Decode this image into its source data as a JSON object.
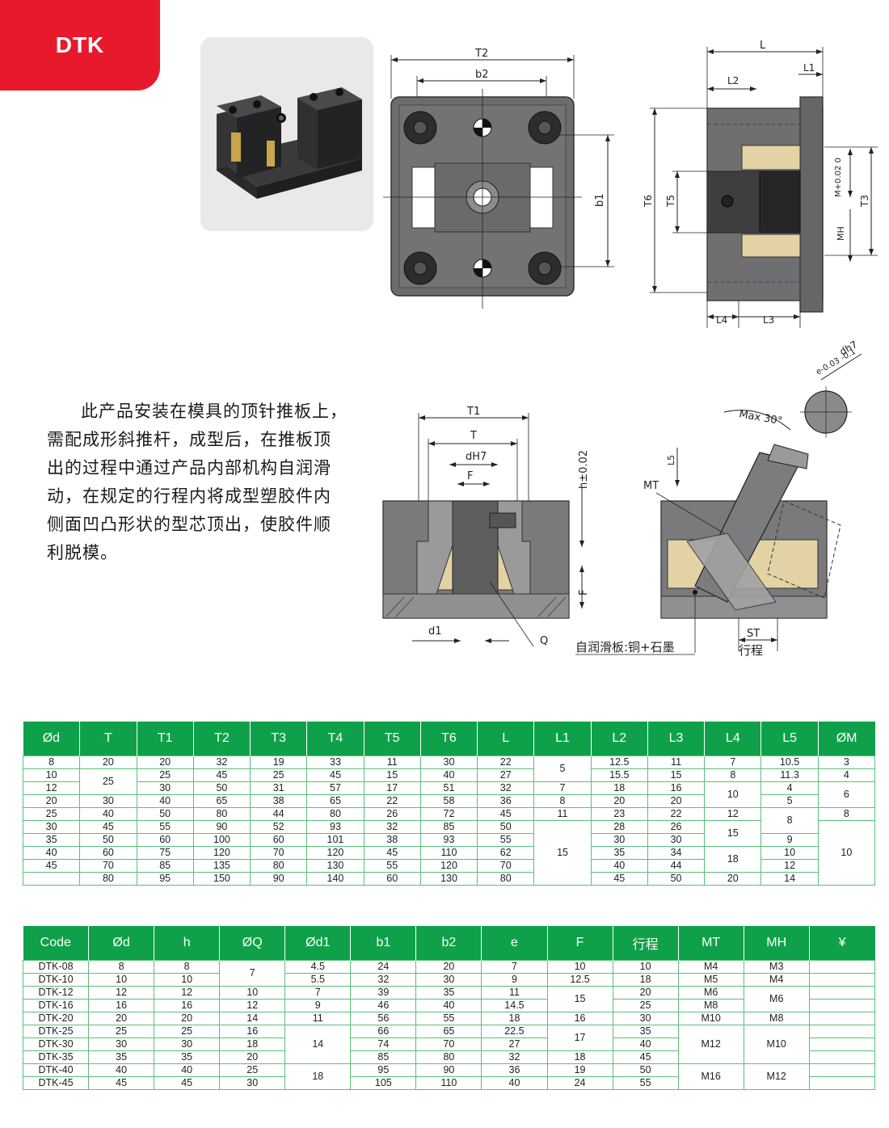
{
  "badge": {
    "label": "DTK"
  },
  "drawing_labels": {
    "top_view": {
      "T2": "T2",
      "b2": "b2",
      "b1": "b1"
    },
    "side_view": {
      "L": "L",
      "L1": "L1",
      "L2": "L2",
      "T6": "T6",
      "T5": "T5",
      "T3": "T3",
      "M_tol": "M+0.02 0",
      "MH": "MH",
      "L4": "L4",
      "L3": "L3"
    },
    "section_view": {
      "T1": "T1",
      "T": "T",
      "dH7": "dH7",
      "F_top": "F",
      "h_tol": "h±0.02",
      "F_side": "F",
      "d1": "d1",
      "Q": "Q"
    },
    "angle_view": {
      "dh7": "dh7",
      "e_tol": "e-0.03 -0.1",
      "max_angle": "Max 30°",
      "L5": "L5",
      "MT": "MT",
      "ST": "ST",
      "stroke": "行程"
    },
    "callout": "自润滑板:铜+石墨"
  },
  "description": "此产品安装在模具的顶针推板上，需配成形斜推杆，成型后，在推板顶出的过程中通过产品内部机构自润滑动，在规定的行程内将成型塑胶件内侧面凹凸形状的型芯顶出，使胶件顺利脱模。",
  "table1": {
    "headers": [
      "Ød",
      "T",
      "T1",
      "T2",
      "T3",
      "T4",
      "T5",
      "T6",
      "L",
      "L1",
      "L2",
      "L3",
      "L4",
      "L5",
      "ØM"
    ],
    "rows": [
      [
        {
          "v": "8"
        },
        {
          "v": "20"
        },
        {
          "v": "20"
        },
        {
          "v": "32"
        },
        {
          "v": "19"
        },
        {
          "v": "33"
        },
        {
          "v": "11"
        },
        {
          "v": "30"
        },
        {
          "v": "22"
        },
        {
          "v": "5",
          "rs": 2
        },
        {
          "v": "12.5"
        },
        {
          "v": "11"
        },
        {
          "v": "7"
        },
        {
          "v": "10.5"
        },
        {
          "v": "3"
        }
      ],
      [
        {
          "v": "10"
        },
        {
          "v": "25",
          "rs": 2
        },
        {
          "v": "25"
        },
        {
          "v": "45"
        },
        {
          "v": "25"
        },
        {
          "v": "45"
        },
        {
          "v": "15"
        },
        {
          "v": "40"
        },
        {
          "v": "27"
        },
        {
          "v": "15.5"
        },
        {
          "v": "15"
        },
        {
          "v": "8"
        },
        {
          "v": "11.3"
        },
        {
          "v": "4"
        }
      ],
      [
        {
          "v": "12"
        },
        {
          "v": "30"
        },
        {
          "v": "50"
        },
        {
          "v": "31"
        },
        {
          "v": "57"
        },
        {
          "v": "17"
        },
        {
          "v": "51"
        },
        {
          "v": "32"
        },
        {
          "v": "7"
        },
        {
          "v": "18"
        },
        {
          "v": "16"
        },
        {
          "v": "10",
          "rs": 2
        },
        {
          "v": "4"
        },
        {
          "v": "6",
          "rs": 2
        }
      ],
      [
        {
          "v": "20"
        },
        {
          "v": "30"
        },
        {
          "v": "40"
        },
        {
          "v": "65"
        },
        {
          "v": "38"
        },
        {
          "v": "65"
        },
        {
          "v": "22"
        },
        {
          "v": "58"
        },
        {
          "v": "36"
        },
        {
          "v": "8"
        },
        {
          "v": "20"
        },
        {
          "v": "20"
        },
        {
          "v": "5"
        }
      ],
      [
        {
          "v": "25"
        },
        {
          "v": "40"
        },
        {
          "v": "50"
        },
        {
          "v": "80"
        },
        {
          "v": "44"
        },
        {
          "v": "80"
        },
        {
          "v": "26"
        },
        {
          "v": "72"
        },
        {
          "v": "45"
        },
        {
          "v": "11"
        },
        {
          "v": "23"
        },
        {
          "v": "22"
        },
        {
          "v": "12"
        },
        {
          "v": "8",
          "rs": 2
        },
        {
          "v": "8"
        }
      ],
      [
        {
          "v": "30"
        },
        {
          "v": "45"
        },
        {
          "v": "55"
        },
        {
          "v": "90"
        },
        {
          "v": "52"
        },
        {
          "v": "93"
        },
        {
          "v": "32"
        },
        {
          "v": "85"
        },
        {
          "v": "50"
        },
        {
          "v": "15",
          "rs": 5
        },
        {
          "v": "28"
        },
        {
          "v": "26"
        },
        {
          "v": "15",
          "rs": 2
        },
        {
          "v": "10",
          "rs": 5
        }
      ],
      [
        {
          "v": "35"
        },
        {
          "v": "50"
        },
        {
          "v": "60"
        },
        {
          "v": "100"
        },
        {
          "v": "60"
        },
        {
          "v": "101"
        },
        {
          "v": "38"
        },
        {
          "v": "93"
        },
        {
          "v": "55"
        },
        {
          "v": "30"
        },
        {
          "v": "30"
        },
        {
          "v": "9"
        }
      ],
      [
        {
          "v": "40"
        },
        {
          "v": "60"
        },
        {
          "v": "75"
        },
        {
          "v": "120"
        },
        {
          "v": "70"
        },
        {
          "v": "120"
        },
        {
          "v": "45"
        },
        {
          "v": "110"
        },
        {
          "v": "62"
        },
        {
          "v": "35"
        },
        {
          "v": "34"
        },
        {
          "v": "18",
          "rs": 2
        },
        {
          "v": "10"
        }
      ],
      [
        {
          "v": "45"
        },
        {
          "v": "70"
        },
        {
          "v": "85"
        },
        {
          "v": "135"
        },
        {
          "v": "80"
        },
        {
          "v": "130"
        },
        {
          "v": "55"
        },
        {
          "v": "120"
        },
        {
          "v": "70"
        },
        {
          "v": "40"
        },
        {
          "v": "44"
        },
        {
          "v": "12"
        }
      ],
      [
        {
          "v": ""
        },
        {
          "v": "80"
        },
        {
          "v": "95"
        },
        {
          "v": "150"
        },
        {
          "v": "90"
        },
        {
          "v": "140"
        },
        {
          "v": "60"
        },
        {
          "v": "130"
        },
        {
          "v": "80"
        },
        {
          "v": "45"
        },
        {
          "v": "50"
        },
        {
          "v": "20"
        },
        {
          "v": "14"
        }
      ]
    ]
  },
  "table2": {
    "headers": [
      "Code",
      "Ød",
      "h",
      "ØQ",
      "Ød1",
      "b1",
      "b2",
      "e",
      "F",
      "行程",
      "MT",
      "MH",
      "¥"
    ],
    "rows": [
      [
        {
          "v": "DTK-08"
        },
        {
          "v": "8"
        },
        {
          "v": "8"
        },
        {
          "v": "7",
          "rs": 2
        },
        {
          "v": "4.5"
        },
        {
          "v": "24"
        },
        {
          "v": "20"
        },
        {
          "v": "7"
        },
        {
          "v": "10"
        },
        {
          "v": "10"
        },
        {
          "v": "M4"
        },
        {
          "v": "M3"
        },
        {
          "v": ""
        }
      ],
      [
        {
          "v": "DTK-10"
        },
        {
          "v": "10"
        },
        {
          "v": "10"
        },
        {
          "v": "5.5"
        },
        {
          "v": "32"
        },
        {
          "v": "30"
        },
        {
          "v": "9"
        },
        {
          "v": "12.5"
        },
        {
          "v": "18"
        },
        {
          "v": "M5"
        },
        {
          "v": "M4"
        },
        {
          "v": ""
        }
      ],
      [
        {
          "v": "DTK-12"
        },
        {
          "v": "12"
        },
        {
          "v": "12"
        },
        {
          "v": "10"
        },
        {
          "v": "7"
        },
        {
          "v": "39"
        },
        {
          "v": "35"
        },
        {
          "v": "11"
        },
        {
          "v": "15",
          "rs": 2
        },
        {
          "v": "20"
        },
        {
          "v": "M6"
        },
        {
          "v": "M6",
          "rs": 2
        },
        {
          "v": ""
        }
      ],
      [
        {
          "v": "DTK-16"
        },
        {
          "v": "16"
        },
        {
          "v": "16"
        },
        {
          "v": "12"
        },
        {
          "v": "9"
        },
        {
          "v": "46"
        },
        {
          "v": "40"
        },
        {
          "v": "14.5"
        },
        {
          "v": "25"
        },
        {
          "v": "M8"
        },
        {
          "v": ""
        }
      ],
      [
        {
          "v": "DTK-20"
        },
        {
          "v": "20"
        },
        {
          "v": "20"
        },
        {
          "v": "14"
        },
        {
          "v": "11"
        },
        {
          "v": "56"
        },
        {
          "v": "55"
        },
        {
          "v": "18"
        },
        {
          "v": "16"
        },
        {
          "v": "30"
        },
        {
          "v": "M10"
        },
        {
          "v": "M8"
        },
        {
          "v": ""
        }
      ],
      [
        {
          "v": "DTK-25"
        },
        {
          "v": "25"
        },
        {
          "v": "25"
        },
        {
          "v": "16"
        },
        {
          "v": "14",
          "rs": 3
        },
        {
          "v": "66"
        },
        {
          "v": "65"
        },
        {
          "v": "22.5"
        },
        {
          "v": "17",
          "rs": 2
        },
        {
          "v": "35"
        },
        {
          "v": "M12",
          "rs": 3
        },
        {
          "v": "M10",
          "rs": 3
        },
        {
          "v": ""
        }
      ],
      [
        {
          "v": "DTK-30"
        },
        {
          "v": "30"
        },
        {
          "v": "30"
        },
        {
          "v": "18"
        },
        {
          "v": "74"
        },
        {
          "v": "70"
        },
        {
          "v": "27"
        },
        {
          "v": "40"
        },
        {
          "v": ""
        }
      ],
      [
        {
          "v": "DTK-35"
        },
        {
          "v": "35"
        },
        {
          "v": "35"
        },
        {
          "v": "20"
        },
        {
          "v": "85"
        },
        {
          "v": "80"
        },
        {
          "v": "32"
        },
        {
          "v": "18"
        },
        {
          "v": "45"
        },
        {
          "v": ""
        }
      ],
      [
        {
          "v": "DTK-40"
        },
        {
          "v": "40"
        },
        {
          "v": "40"
        },
        {
          "v": "25"
        },
        {
          "v": "18",
          "rs": 2
        },
        {
          "v": "95"
        },
        {
          "v": "90"
        },
        {
          "v": "36"
        },
        {
          "v": "19"
        },
        {
          "v": "50"
        },
        {
          "v": "M16",
          "rs": 2
        },
        {
          "v": "M12",
          "rs": 2
        },
        {
          "v": ""
        }
      ],
      [
        {
          "v": "DTK-45"
        },
        {
          "v": "45"
        },
        {
          "v": "45"
        },
        {
          "v": "30"
        },
        {
          "v": "105"
        },
        {
          "v": "110"
        },
        {
          "v": "40"
        },
        {
          "v": "24"
        },
        {
          "v": "55"
        },
        {
          "v": ""
        }
      ]
    ]
  },
  "colors": {
    "badge_red": "#e8192c",
    "header_green": "#0fa14a",
    "grid_green": "#5bbf7a",
    "bronze": "#e3d2a3",
    "steel": "#6c6c6e"
  }
}
